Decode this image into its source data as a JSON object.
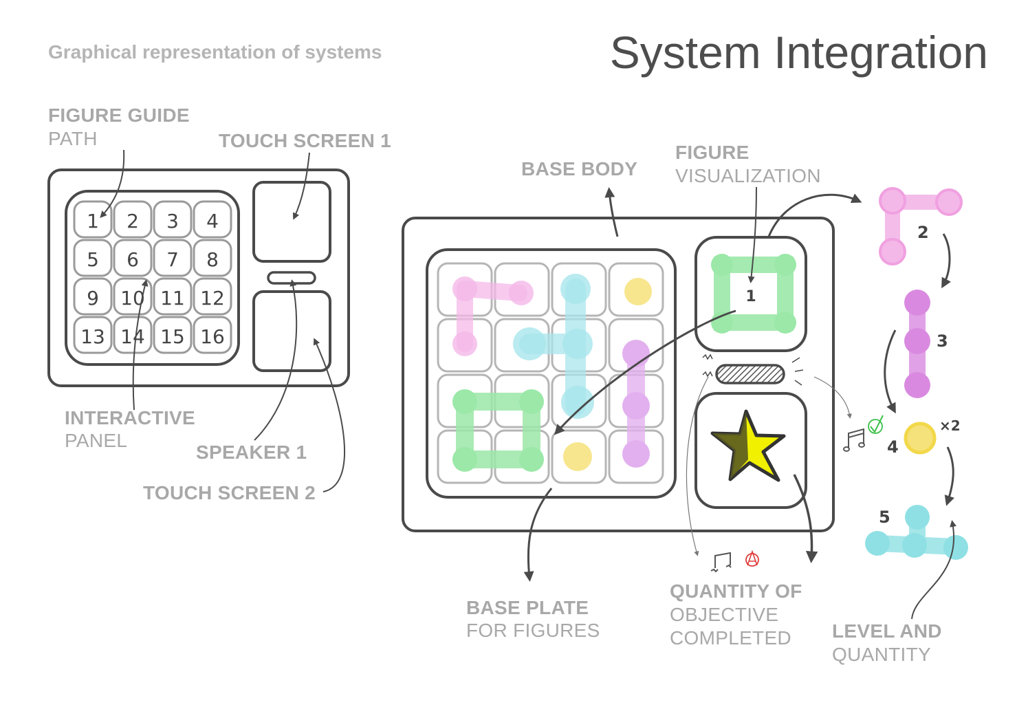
{
  "header": {
    "subtitle": "Graphical representation of systems",
    "title": "System Integration"
  },
  "left_device": {
    "figure_guide": {
      "bold": "FIGURE GUIDE",
      "light": "PATH"
    },
    "touch_screen_1": "TOUCH SCREEN 1",
    "interactive_panel": {
      "bold": "INTERACTIVE",
      "light": "PANEL"
    },
    "speaker_1": "SPEAKER 1",
    "touch_screen_2": "TOUCH SCREEN 2",
    "panel_numbers": [
      "1",
      "2",
      "3",
      "4",
      "5",
      "6",
      "7",
      "8",
      "9",
      "10",
      "11",
      "12",
      "13",
      "14",
      "15",
      "16"
    ]
  },
  "right_device": {
    "base_body": "BASE BODY",
    "figure_visualization": {
      "bold": "FIGURE",
      "light": "VISUALIZATION"
    },
    "figure_number": "1",
    "base_plate": {
      "bold": "BASE PLATE",
      "light": "FOR FIGURES"
    },
    "quantity_objective": {
      "bold": "QUANTITY OF",
      "light1": "OBJECTIVE",
      "light2": "COMPLETED"
    },
    "level_quantity": {
      "bold": "LEVEL AND",
      "light": "QUANTITY"
    }
  },
  "levels": [
    {
      "number": "2",
      "color": "#f0a0e0"
    },
    {
      "number": "3",
      "color": "#d98ae0"
    },
    {
      "number": "4",
      "color": "#f2d84a",
      "multiplier": "×2"
    },
    {
      "number": "5",
      "color": "#8fe0e4"
    }
  ],
  "colors": {
    "pink": "#f4b8e8",
    "cyan": "#a8e6ec",
    "green": "#9be8a8",
    "yellow": "#f6e27a",
    "purple": "#e2b0ee",
    "star_yellow": "#f0f000",
    "star_dark": "#5a5a20",
    "outline": "#4a4a4a"
  },
  "icons": [
    "music-note-icon",
    "checkmark-icon",
    "broken-music-note-icon",
    "no-symbol-icon"
  ]
}
